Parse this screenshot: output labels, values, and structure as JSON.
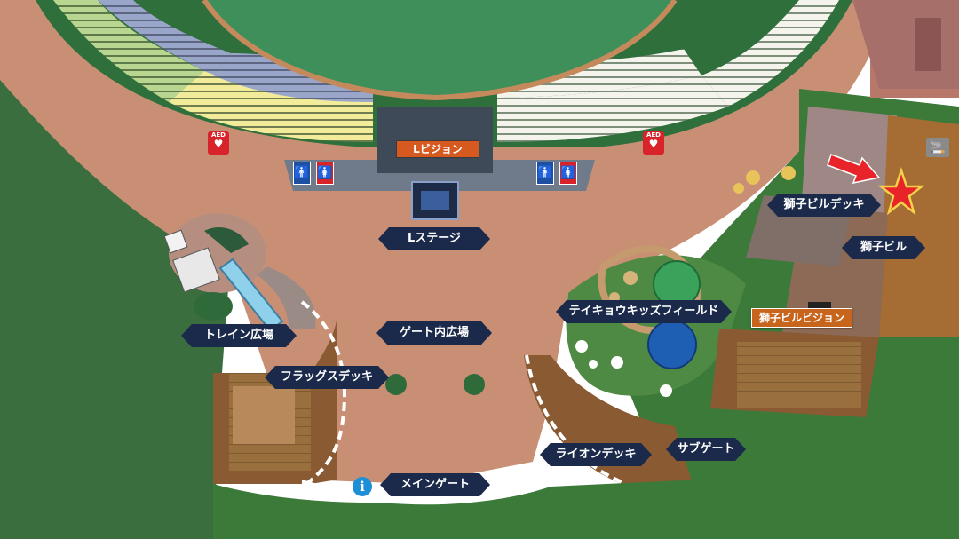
{
  "map": {
    "stadium_screen_label": "Lビジョン",
    "aed_label": "AED",
    "heart_icon": "♥",
    "info_icon": "i",
    "smoking_icon": "🚬",
    "wc_male_icon": "🚹",
    "wc_female_icon": "🚺",
    "locations": [
      {
        "id": "l-stage",
        "name": "Lステージ"
      },
      {
        "id": "gate-plaza",
        "name": "ゲート内広場"
      },
      {
        "id": "train-plaza",
        "name": "トレイン広場"
      },
      {
        "id": "flag-deck",
        "name": "フラッグスデッキ"
      },
      {
        "id": "main-gate",
        "name": "メインゲート"
      },
      {
        "id": "lion-deck",
        "name": "ライオンデッキ"
      },
      {
        "id": "sub-gate",
        "name": "サブゲート"
      },
      {
        "id": "teikyo-kids-field",
        "name": "テイキョウキッズフィールド"
      },
      {
        "id": "shishi-building-deck",
        "name": "獅子ビルデッキ"
      },
      {
        "id": "shishi-building",
        "name": "獅子ビル"
      },
      {
        "id": "shishi-building-vision",
        "name": "獅子ビルビジョン"
      }
    ],
    "highlight": {
      "target": "獅子ビル",
      "marker": "star",
      "pointer": "arrow"
    },
    "colors": {
      "plaza": "#c98f74",
      "field": "#3f8f5a",
      "grass": "#3c7a3a",
      "navy_label": "#1b2a4a",
      "star": "#e8242a",
      "arrow": "#e8242a",
      "seats_white": "#f4f4ec",
      "seats_yellow": "#f1eb9a",
      "seats_green": "#b9d690",
      "seats_blue": "#9aa6c9"
    }
  }
}
